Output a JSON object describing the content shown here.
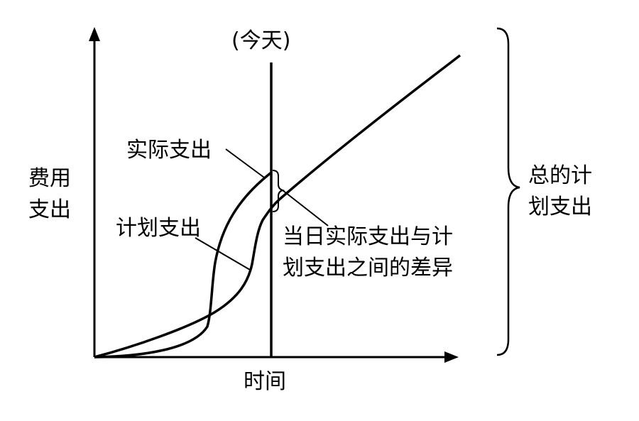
{
  "diagram": {
    "today_label": "(今天)",
    "y_axis_label": [
      "费用",
      "支出"
    ],
    "x_axis_label": "时间",
    "actual_label": "实际支出",
    "planned_label": "计划支出",
    "difference_label": [
      "当日实际支出与计",
      "划支出之间的差异"
    ],
    "total_label": [
      "总的计",
      "划支出"
    ]
  }
}
